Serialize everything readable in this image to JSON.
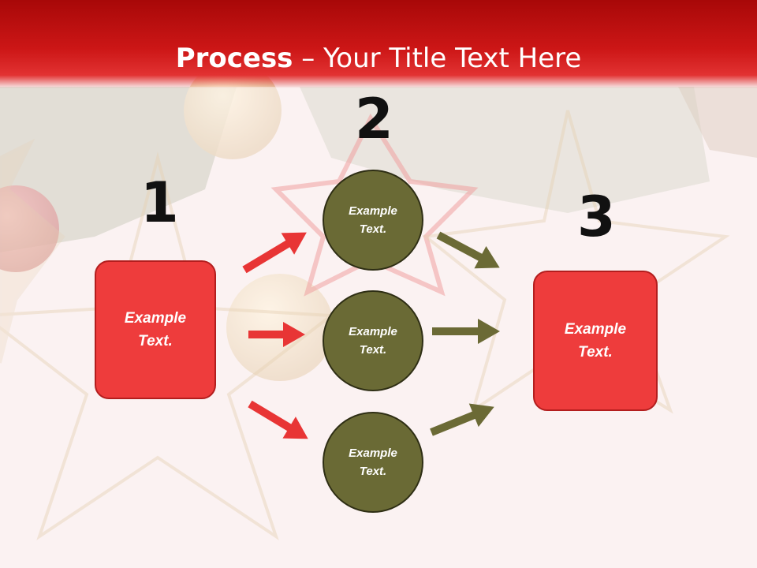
{
  "slide": {
    "title_bold": "Process",
    "title_rest": " – Your Title Text Here"
  },
  "steps": {
    "one": {
      "number": "1",
      "box_line1": "Example",
      "box_line2": "Text."
    },
    "two": {
      "number": "2",
      "circles": [
        {
          "line1": "Example",
          "line2": "Text."
        },
        {
          "line1": "Example",
          "line2": "Text."
        },
        {
          "line1": "Example",
          "line2": "Text."
        }
      ]
    },
    "three": {
      "number": "3",
      "box_line1": "Example",
      "box_line2": "Text."
    }
  },
  "colors": {
    "header": "#cc1616",
    "box_fill": "#ee3c3c",
    "circle_fill": "#6a6a35",
    "red_arrow": "#e83535",
    "olive_arrow": "#6b6a35"
  }
}
